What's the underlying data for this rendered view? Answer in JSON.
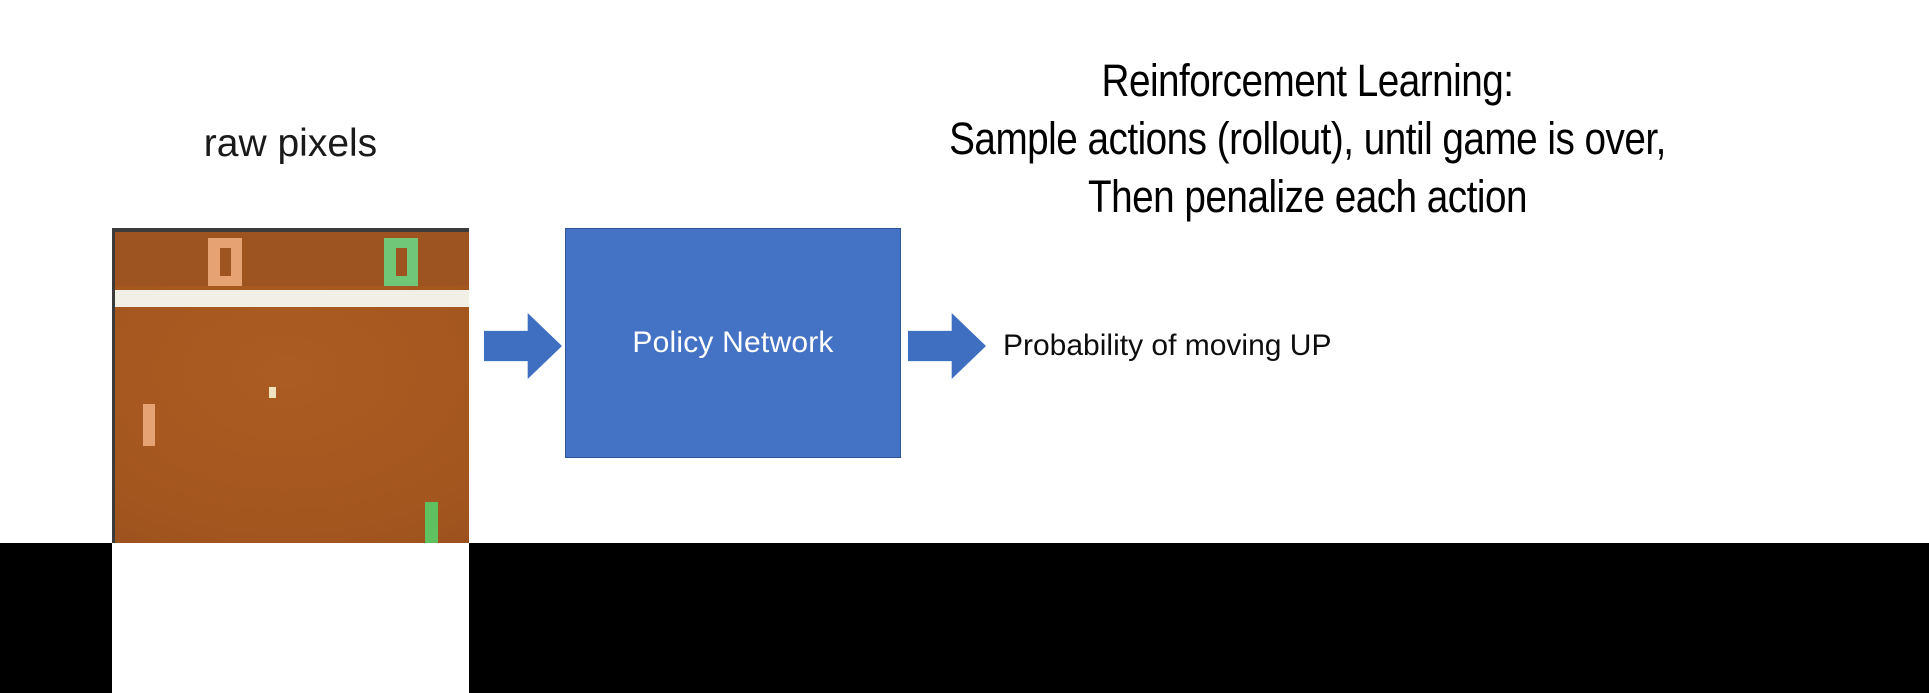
{
  "headline": {
    "lines": [
      "Reinforcement Learning:",
      "Sample actions (rollout), until game is over,",
      "Then penalize each action"
    ]
  },
  "input_panel": {
    "caption": "raw pixels",
    "game": {
      "name": "pong",
      "score_left": "0",
      "score_right": "0",
      "colors": {
        "field": "#a4561f",
        "score_band": "#9e5420",
        "divider": "#f2efe6",
        "left_player": "#e6a273",
        "right_player": "#5fc05f",
        "ball": "#f0e3c0",
        "border": "#3b3b3b"
      }
    }
  },
  "pipeline": {
    "input_arrow": "arrow-right-icon",
    "model": {
      "label": "Policy Network",
      "fill_color": "#4472c4",
      "border_color": "#2f5597",
      "text_color": "#ffffff"
    },
    "output_arrow": "arrow-right-icon",
    "output_label": "Probability of moving UP"
  },
  "canvas": {
    "background": "#ffffff",
    "letterbox_color": "#000000"
  }
}
